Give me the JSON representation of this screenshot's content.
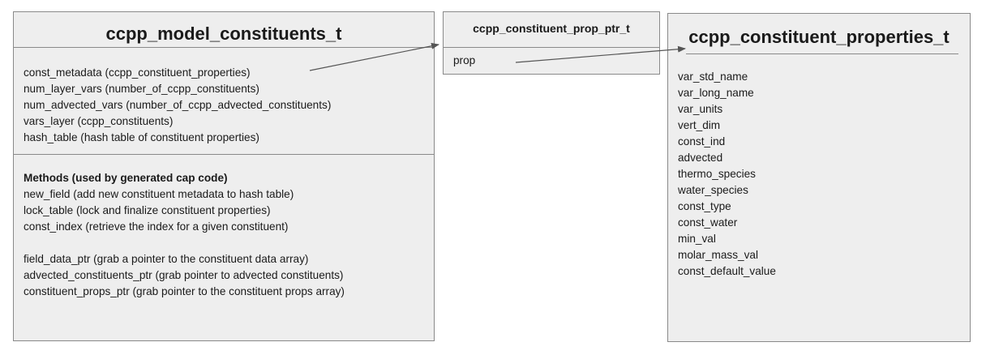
{
  "boxes": {
    "model_constituents": {
      "title": "ccpp_model_constituents_t",
      "attributes": [
        "const_metadata (ccpp_constituent_properties)",
        "num_layer_vars (number_of_ccpp_constituents)",
        "num_advected_vars (number_of_ccpp_advected_constituents)",
        "vars_layer (ccpp_constituents)",
        "hash_table (hash table of constituent properties)"
      ],
      "methods_heading": "Methods (used by generated cap code)",
      "methods_group_1": [
        "new_field (add new constituent metadata to hash table)",
        "lock_table (lock and finalize constituent properties)",
        "const_index (retrieve the index for a given constituent)"
      ],
      "methods_group_2": [
        "field_data_ptr (grab a pointer to the constituent data array)",
        "advected_constituents_ptr (grab pointer to advected constituents)",
        "constituent_props_ptr (grab pointer to the constituent props array)"
      ]
    },
    "prop_ptr": {
      "title": "ccpp_constituent_prop_ptr_t",
      "attributes": [
        "prop"
      ]
    },
    "constituent_properties": {
      "title": "ccpp_constituent_properties_t",
      "attributes": [
        "var_std_name",
        "var_long_name",
        "var_units",
        "vert_dim",
        "const_ind",
        "advected",
        "thermo_species",
        "water_species",
        "const_type",
        "const_water",
        "min_val",
        "molar_mass_val",
        "const_default_value"
      ]
    }
  },
  "colors": {
    "box_fill": "#eeeeee",
    "box_border": "#8a8a8a",
    "arrow": "#555555",
    "text": "#1a1a1a"
  }
}
